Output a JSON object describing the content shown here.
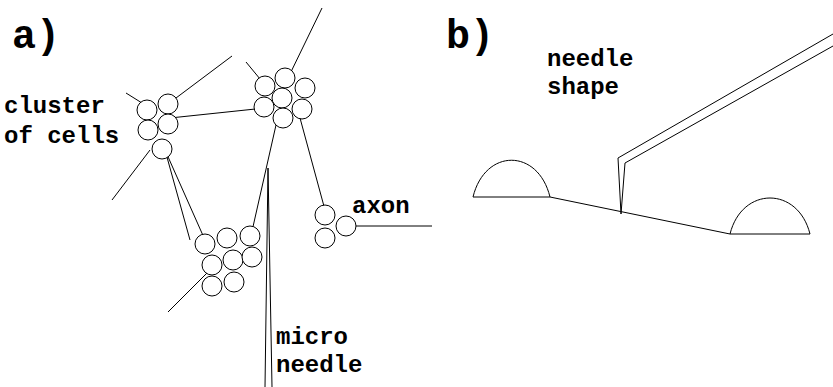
{
  "diagram": {
    "labels": [
      "a)",
      "b)",
      "cluster of cells",
      "axon",
      "micro needle",
      "needle shape"
    ]
  }
}
